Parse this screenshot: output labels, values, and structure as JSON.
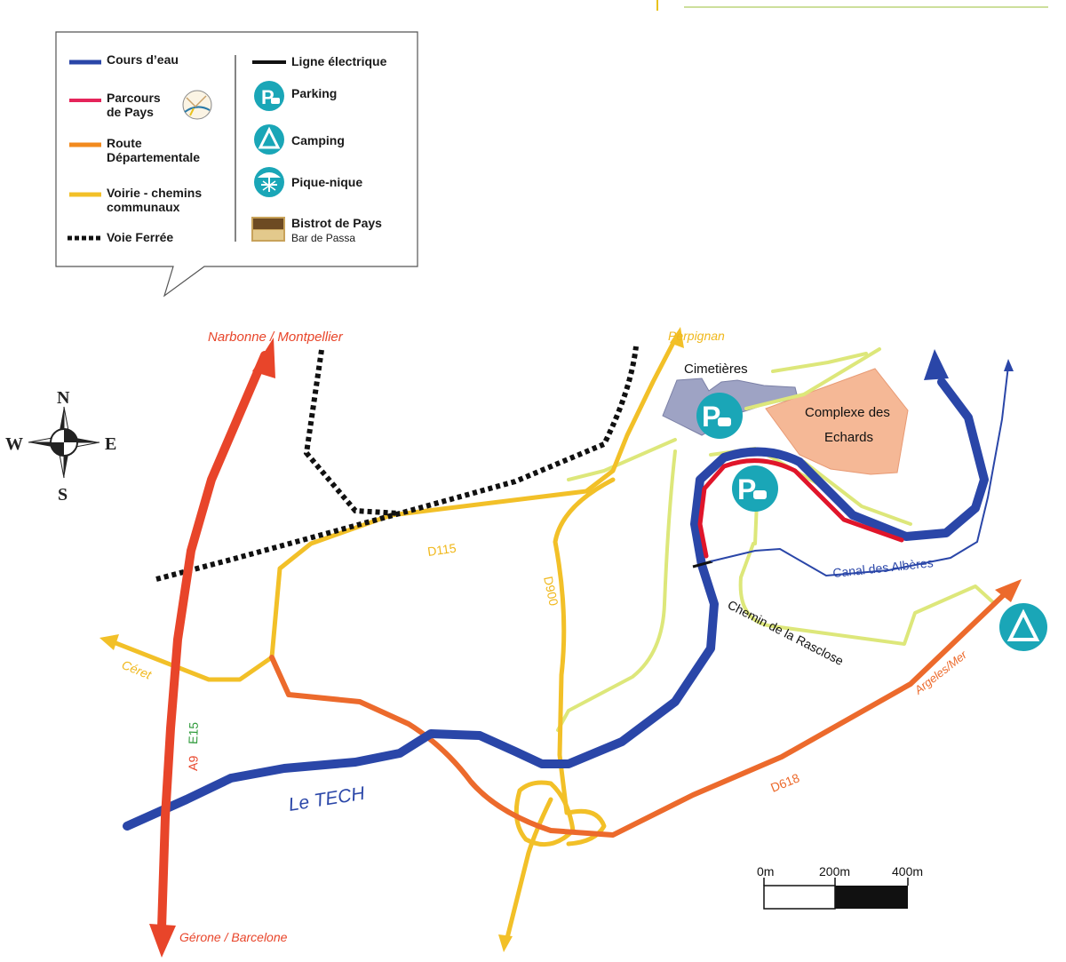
{
  "colors": {
    "water": "#2a46a8",
    "route_pays": "#e5245a",
    "route_dep": "#f28a1e",
    "voirie": "#f2c028",
    "rail": "#111111",
    "power": "#111111",
    "teal": "#1aa6b7",
    "autoroute": "#e8452a",
    "d618": "#ec6a2c",
    "path": "#dde77a",
    "building": "#9ea3c4",
    "complex": "#f5b896",
    "label_red": "#e8452a",
    "label_yellow": "#f0b81c",
    "label_green": "#2e9a3a"
  },
  "legend": {
    "left": [
      {
        "key": "water",
        "label": "Cours d’eau",
        "icon": "blue-line-icon"
      },
      {
        "key": "route_pays",
        "label1": "Parcours",
        "label2": "de Pays",
        "icon": "pink-line-icon"
      },
      {
        "key": "route_dep",
        "label1": "Route",
        "label2": "Départementale",
        "icon": "orange-line-icon"
      },
      {
        "key": "voirie",
        "label1": "Voirie - chemins",
        "label2": "communaux",
        "icon": "yellow-line-icon"
      },
      {
        "key": "rail",
        "label": "Voie Ferrée",
        "icon": "dotted-line-icon"
      }
    ],
    "right": [
      {
        "label": "Ligne électrique",
        "icon": "black-line-icon"
      },
      {
        "label": "Parking",
        "icon": "parking-icon"
      },
      {
        "label": "Camping",
        "icon": "camping-icon"
      },
      {
        "label": "Pique-nique",
        "icon": "picnic-icon"
      },
      {
        "label": "Bistrot de Pays",
        "sub": "Bar de Passa",
        "icon": "bistrot-icon"
      }
    ]
  },
  "compass": {
    "n": "N",
    "s": "S",
    "e": "E",
    "w": "W"
  },
  "labels": {
    "narbonne": "Narbonne / Montpellier",
    "perpignan": "Perpignan",
    "cimetieres": "Cimetières",
    "complexe1": "Complexe des",
    "complexe2": "Echards",
    "d115": "D115",
    "d900": "D900",
    "canal": "Canal des Albères",
    "rasclose": "Chemin de la Rasclose",
    "argeles": "Argeles/Mer",
    "ceret": "Céret",
    "a9": "A9",
    "e15": "E15",
    "tech": "Le TECH",
    "d618": "D618",
    "gerone": "Gérone / Barcelone"
  },
  "scale": {
    "s0": "0m",
    "s1": "200m",
    "s2": "400m"
  }
}
